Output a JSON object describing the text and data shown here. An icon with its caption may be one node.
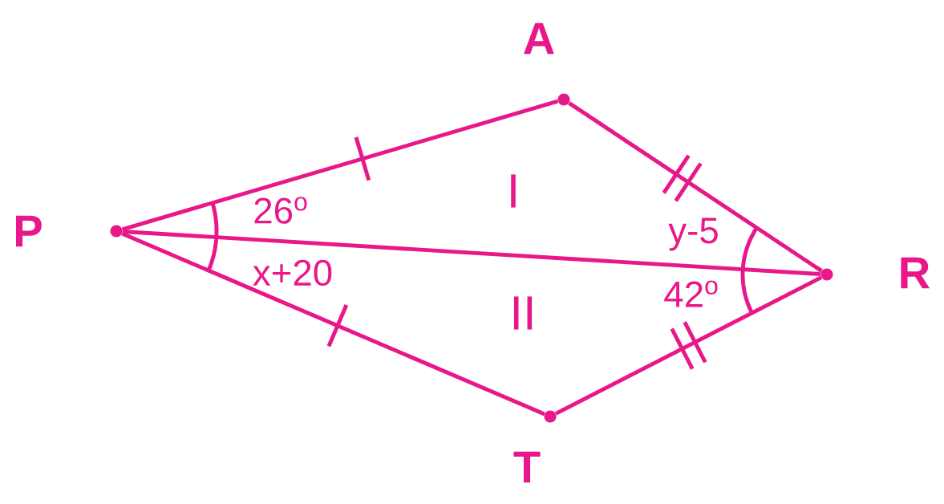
{
  "diagram": {
    "nodes": [
      {
        "text": [
          "P"
        ]
      },
      {
        "text": [
          "A"
        ]
      },
      {
        "text": [
          "R"
        ]
      },
      {
        "text": [
          "T"
        ]
      }
    ],
    "edges": [
      {
        "from": 0,
        "to": 1,
        "arrow": "none"
      },
      {
        "from": 1,
        "to": 2,
        "arrow": "none"
      },
      {
        "from": 2,
        "to": 3,
        "arrow": "none"
      },
      {
        "from": 3,
        "to": 0,
        "arrow": "none"
      },
      {
        "from": 0,
        "to": 2,
        "arrow": "none"
      }
    ],
    "labels": [
      "I",
      "26$^{o}$",
      "y-5",
      "x+20",
      "42$^{o}$",
      "II"
    ]
  }
}
